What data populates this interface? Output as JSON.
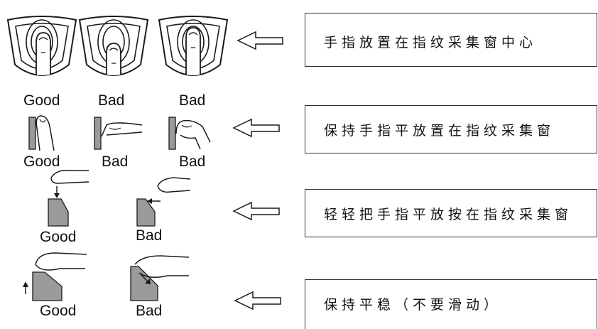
{
  "rows": [
    {
      "labels": [
        "Good",
        "Bad",
        "Bad"
      ],
      "instruction": "手指放置在指纹采集窗中心"
    },
    {
      "labels": [
        "Good",
        "Bad",
        "Bad"
      ],
      "instruction": "保持手指平放置在指纹采集窗"
    },
    {
      "labels": [
        "Good",
        "Bad"
      ],
      "instruction": "轻轻把手指平放按在指纹采集窗"
    },
    {
      "labels": [
        "Good",
        "Bad"
      ],
      "instruction": "保持平稳（不要滑动）"
    }
  ],
  "colors": {
    "sensor_fill": "#9a9a9a",
    "stroke": "#1a1a1a",
    "arrow_fill": "#ffffff"
  }
}
